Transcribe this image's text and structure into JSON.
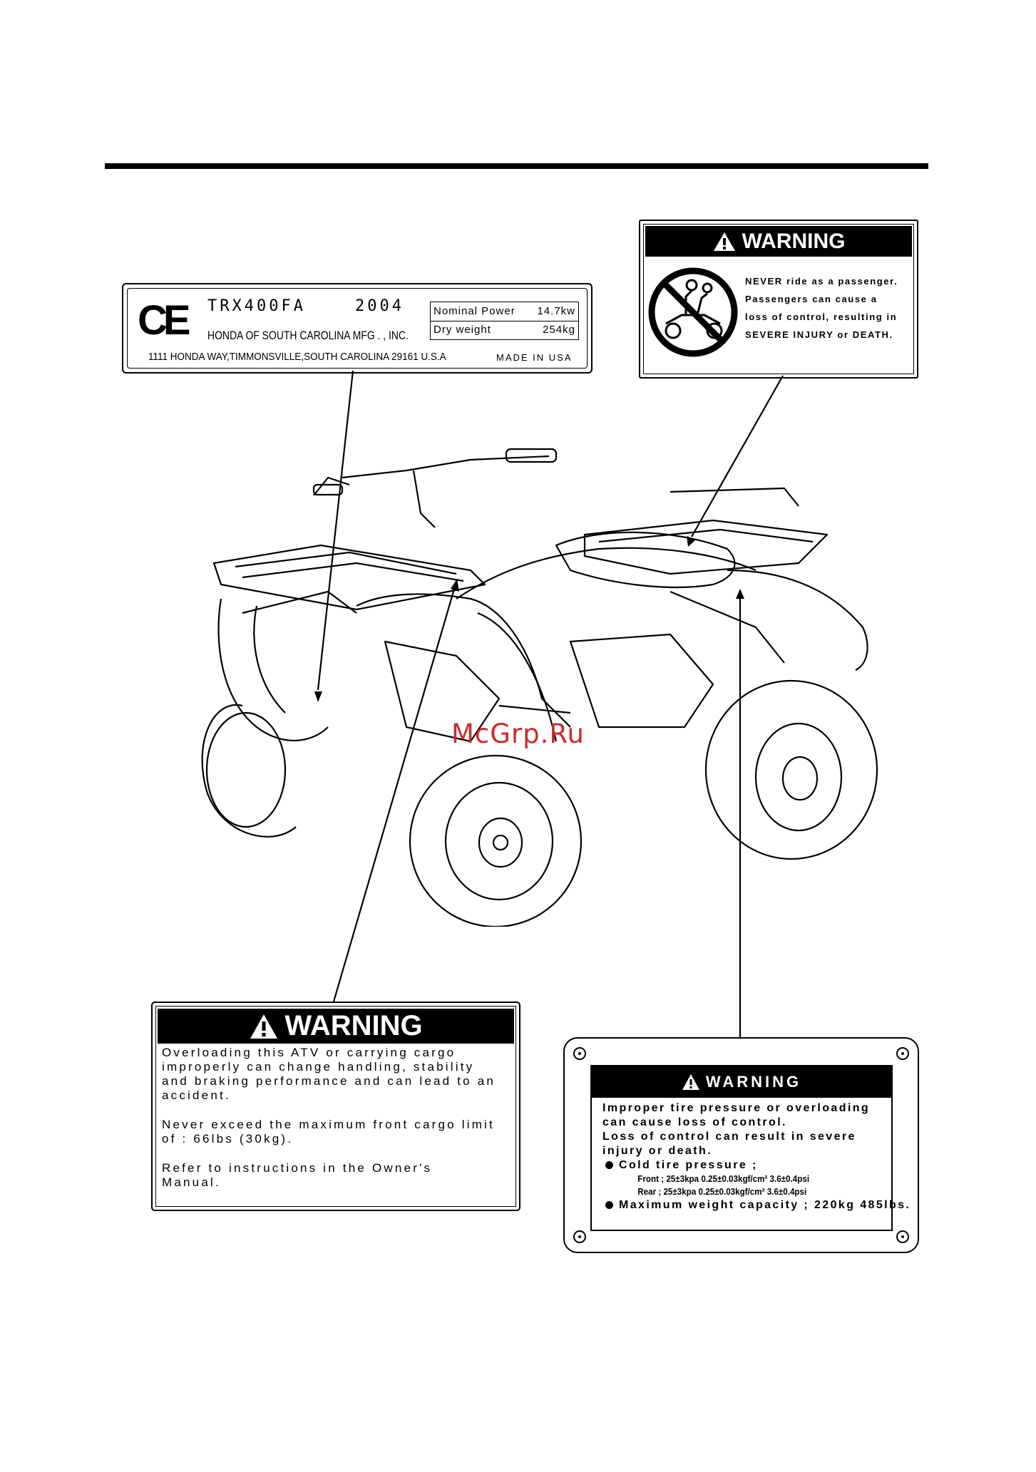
{
  "ce_label": {
    "mark": "CE",
    "model": "TRX400FA",
    "year": "2004",
    "manufacturer": "HONDA OF SOUTH CAROLINA MFG . , INC.",
    "address": "1111 HONDA WAY,TIMMONSVILLE,SOUTH CAROLINA 29161 U.S.A",
    "made_in": "MADE IN USA",
    "specs": [
      {
        "key": "Nominal Power",
        "value": "14.7kw"
      },
      {
        "key": "Dry weight",
        "value": "254kg"
      }
    ]
  },
  "passenger_warning": {
    "title": "WARNING",
    "lines": [
      "NEVER ride as a passenger.",
      "Passengers can cause a",
      "loss of control, resulting in",
      "SEVERE INJURY or DEATH."
    ],
    "icon": "no-passenger-icon"
  },
  "cargo_warning": {
    "title": "WARNING",
    "lines": [
      "Overloading this ATV or carrying cargo",
      "improperly can change handling, stability",
      "and braking performance and can lead to an",
      "accident.",
      "",
      "Never exceed the maximum front cargo limit",
      "of :   66lbs    (30kg).",
      "",
      "Refer to instructions in the Owner's",
      "Manual."
    ]
  },
  "tire_warning": {
    "title": "WARNING",
    "lines": [
      "Improper tire pressure or overloading",
      "can cause loss of control.",
      "Loss of control can result in severe",
      "injury or death."
    ],
    "pressure_heading": "Cold tire pressure ;",
    "front": "Front ; 25±3kpa  0.25±0.03kgf/cm²  3.6±0.4psi",
    "rear": "Rear  ; 25±3kpa  0.25±0.03kgf/cm²  3.6±0.4psi",
    "capacity": "Maximum weight capacity ;  220kg 485lbs."
  },
  "watermark": "McGrp.Ru",
  "illustration": "atv-illustration"
}
